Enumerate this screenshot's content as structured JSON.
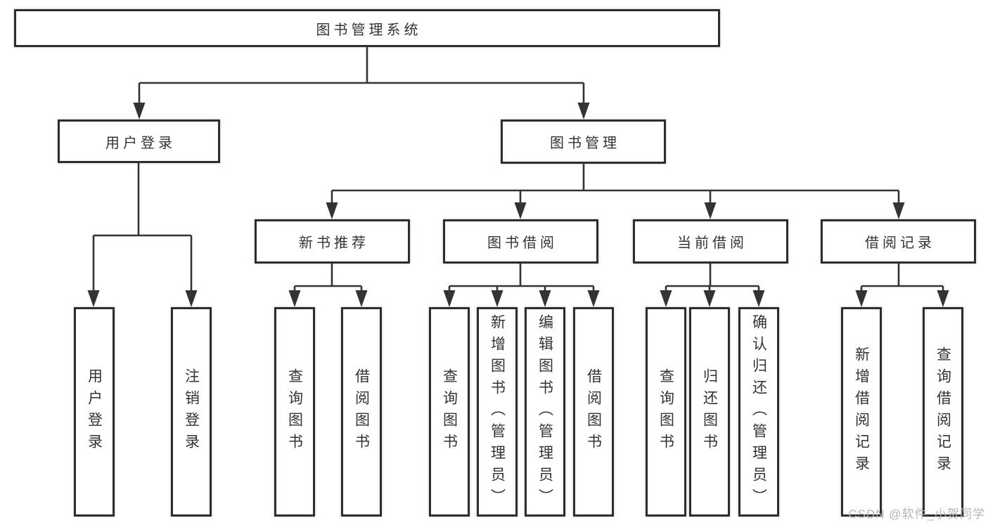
{
  "diagram": {
    "type": "tree",
    "structure": {
      "图书管理系统": {
        "用户登录": [
          "用户登录",
          "注销登录"
        ],
        "图书管理": {
          "新书推荐": [
            "查询图书",
            "借阅图书"
          ],
          "图书借阅": [
            "查询图书",
            "新增图书（管理员）",
            "编辑图书（管理员）",
            "借阅图书"
          ],
          "当前借阅": [
            "查询图书",
            "归还图书",
            "确认归还（管理员）"
          ],
          "借阅记录": [
            "新增借阅记录",
            "查询借阅记录"
          ]
        }
      }
    },
    "colors": {
      "background": "#ffffff",
      "line": "#333333",
      "box_border": "#2d2d2d",
      "box_background": "#ffffff",
      "text": "#333333",
      "watermark": "#b5b5b5"
    }
  },
  "nodes": {
    "root": "图书管理系统",
    "user_login": "用户登录",
    "book_mgmt": "图书管理",
    "new_book": "新书推荐",
    "book_borrow": "图书借阅",
    "current_borrow": "当前借阅",
    "borrow_record": "借阅记录",
    "leaf_user_login": "用户登录",
    "leaf_logout": "注销登录",
    "leaf_newbook_query": "查询图书",
    "leaf_newbook_borrow": "借阅图书",
    "leaf_borrow_query": "查询图书",
    "leaf_borrow_add": "新增图书（管理员）",
    "leaf_borrow_edit": "编辑图书（管理员）",
    "leaf_borrow_borrow": "借阅图书",
    "leaf_current_query": "查询图书",
    "leaf_current_return": "归还图书",
    "leaf_current_confirm": "确认归还（管理员）",
    "leaf_record_add": "新增借阅记录",
    "leaf_record_query": "查询借阅记录"
  },
  "watermark": {
    "text": "CSDN @软件_小贺同学"
  }
}
